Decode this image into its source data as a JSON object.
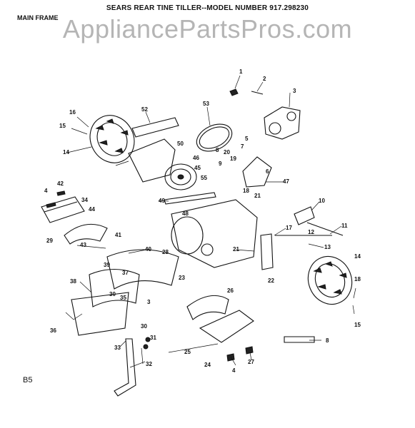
{
  "header": {
    "title": "SEARS REAR TINE TILLER--MODEL NUMBER 917.298230"
  },
  "section": {
    "label": "MAIN FRAME"
  },
  "watermark": {
    "text": "AppliancePartsPros.com"
  },
  "page_code": "B5",
  "callouts": [
    "1",
    "2",
    "3",
    "16",
    "15",
    "14",
    "52",
    "53",
    "5",
    "7",
    "50",
    "46",
    "8",
    "20",
    "19",
    "9",
    "6",
    "45",
    "55",
    "18",
    "21",
    "47",
    "42",
    "4",
    "34",
    "44",
    "49",
    "48",
    "10",
    "11",
    "12",
    "13",
    "17",
    "29",
    "41",
    "43",
    "40",
    "28",
    "39",
    "37",
    "23",
    "21",
    "14",
    "22",
    "38",
    "30",
    "35",
    "3",
    "26",
    "25",
    "36",
    "31",
    "30",
    "33",
    "24",
    "4",
    "27",
    "32",
    "15",
    "18",
    "8"
  ]
}
